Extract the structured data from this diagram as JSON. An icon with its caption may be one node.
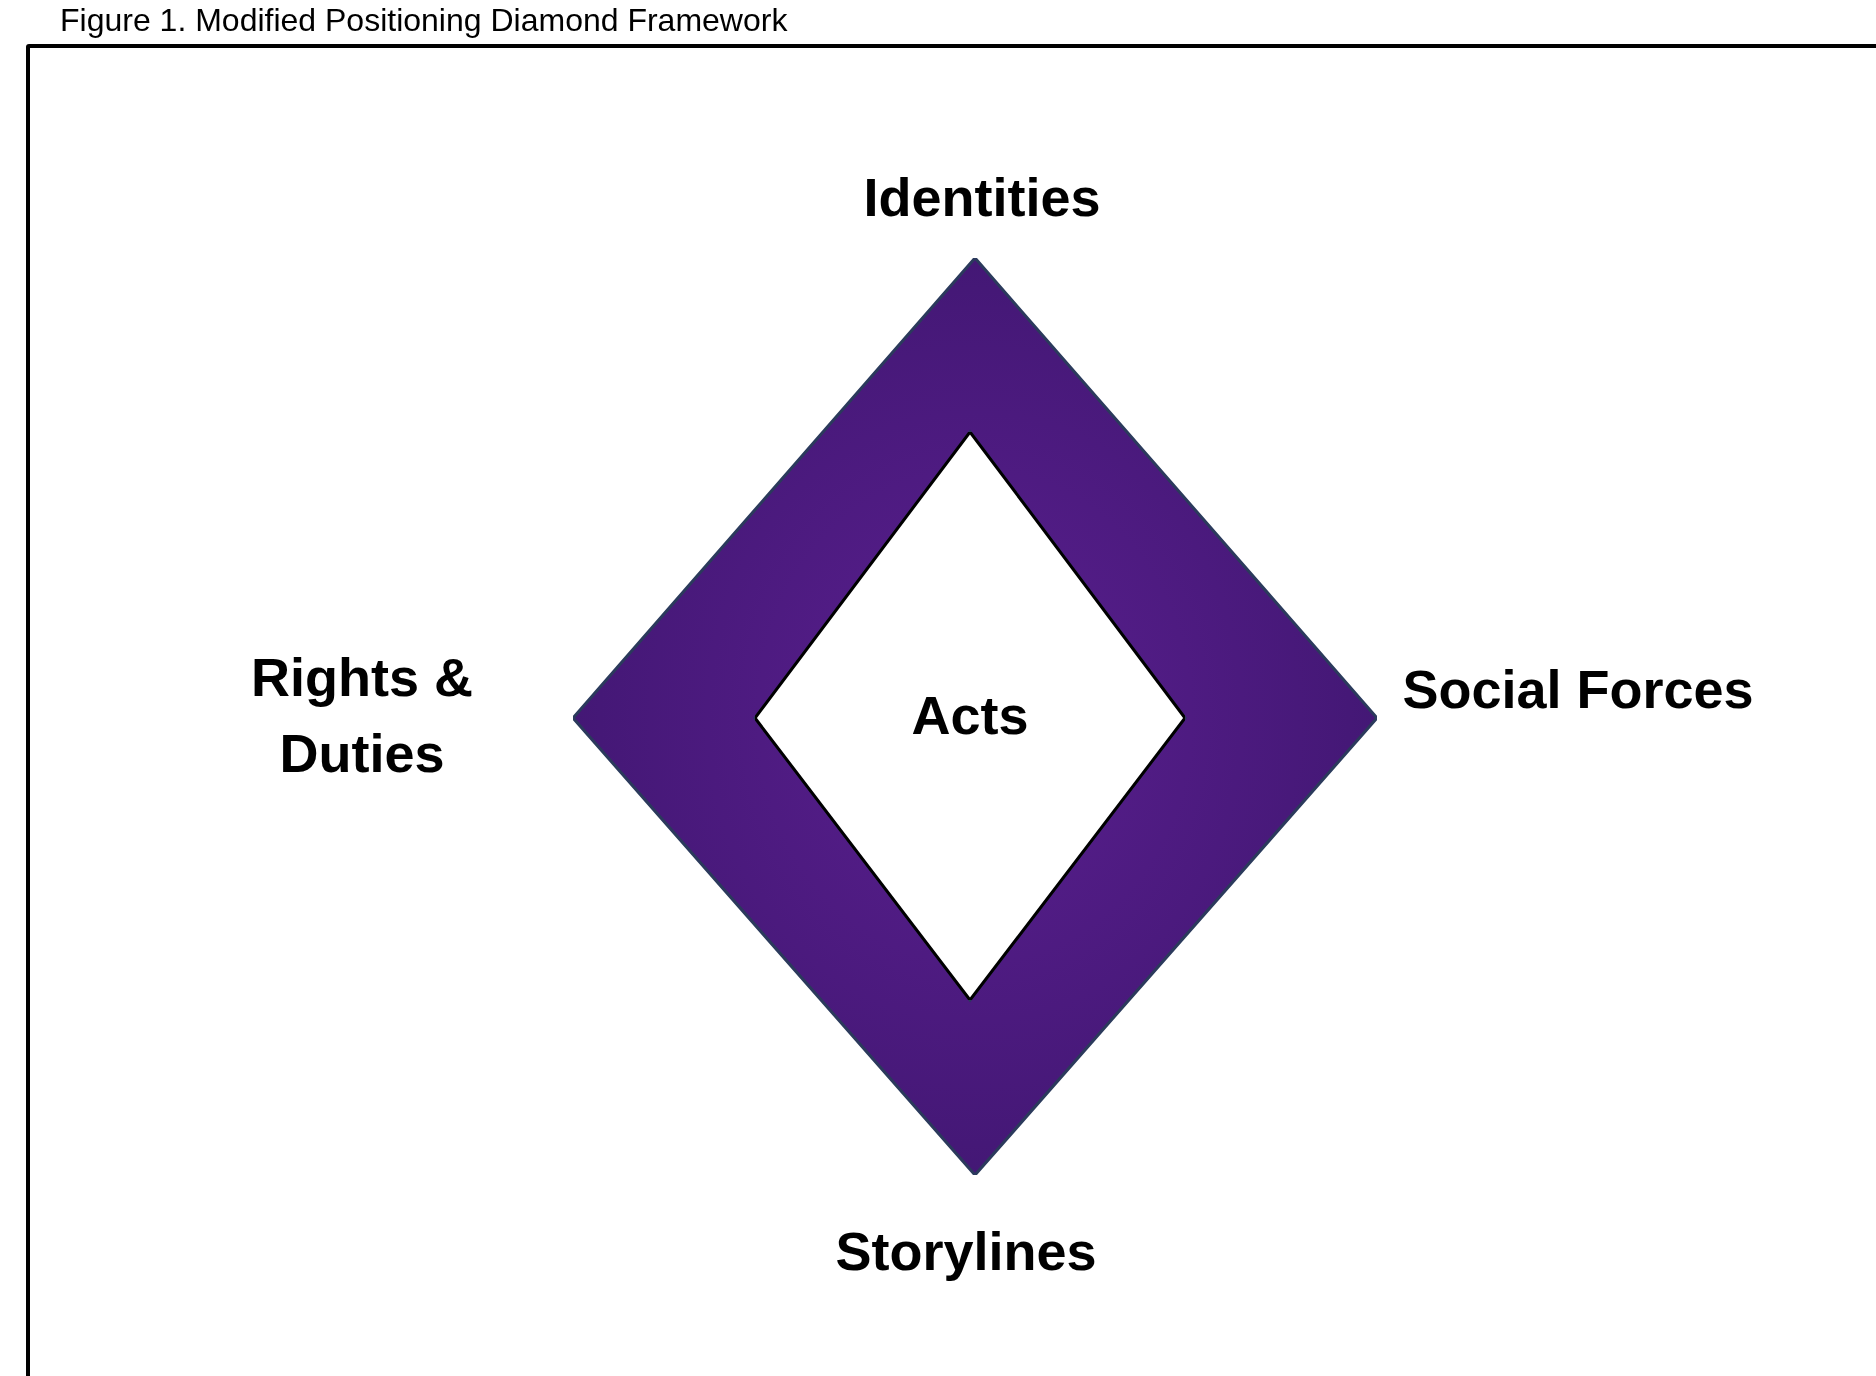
{
  "diagram": {
    "title": "Figure 1. Modified Positioning Diamond Framework",
    "nodes": [
      {
        "text": [],
        "shape": "diamond"
      },
      {
        "text": [
          "Acts"
        ],
        "in": 0
      }
    ],
    "labels": [
      "Identities",
      "Rights & Duties",
      "Social Forces",
      "Storylines"
    ]
  }
}
